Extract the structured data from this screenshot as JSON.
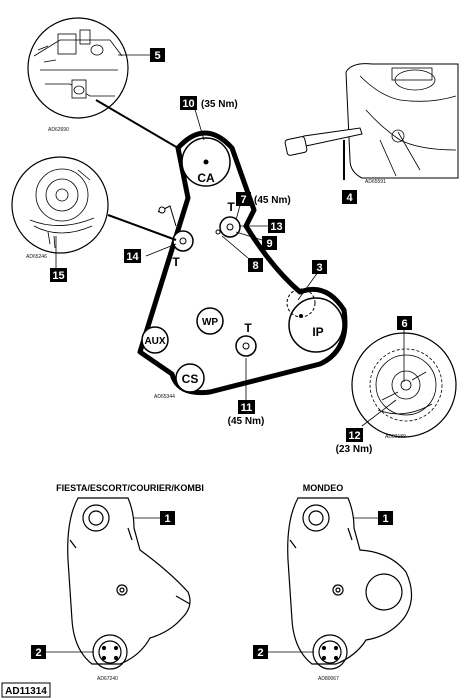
{
  "diagram_id": "AD11314",
  "pulleys": {
    "camshaft": "CA",
    "tensioner_top": "T",
    "tensioner_left": "T",
    "tensioner_bottom": "T",
    "water_pump": "WP",
    "auxiliary": "AUX",
    "injection_pump": "IP",
    "crankshaft": "CS"
  },
  "callouts": {
    "c1": "1",
    "c2": "2",
    "c3": "3",
    "c4": "4",
    "c5": "5",
    "c6": "6",
    "c7": "7",
    "c8": "8",
    "c9": "9",
    "c10": "10",
    "c11": "11",
    "c12": "12",
    "c13": "13",
    "c14": "14",
    "c15": "15"
  },
  "torques": {
    "camshaft": "(35 Nm)",
    "tensioner_top": "(45 Nm)",
    "tensioner_bottom": "(45 Nm)",
    "sprocket_bottom": "(23 Nm)"
  },
  "inset_codes": {
    "top_left": "AD62690",
    "top_right": "AD65591",
    "left": "AD65246",
    "main": "AD65344",
    "right": "AD83189",
    "cover_left": "AD67240",
    "cover_right": "AD80067"
  },
  "headings": {
    "left": "FIESTA/ESCORT/COURIER/KOMBI",
    "right": "MONDEO"
  }
}
